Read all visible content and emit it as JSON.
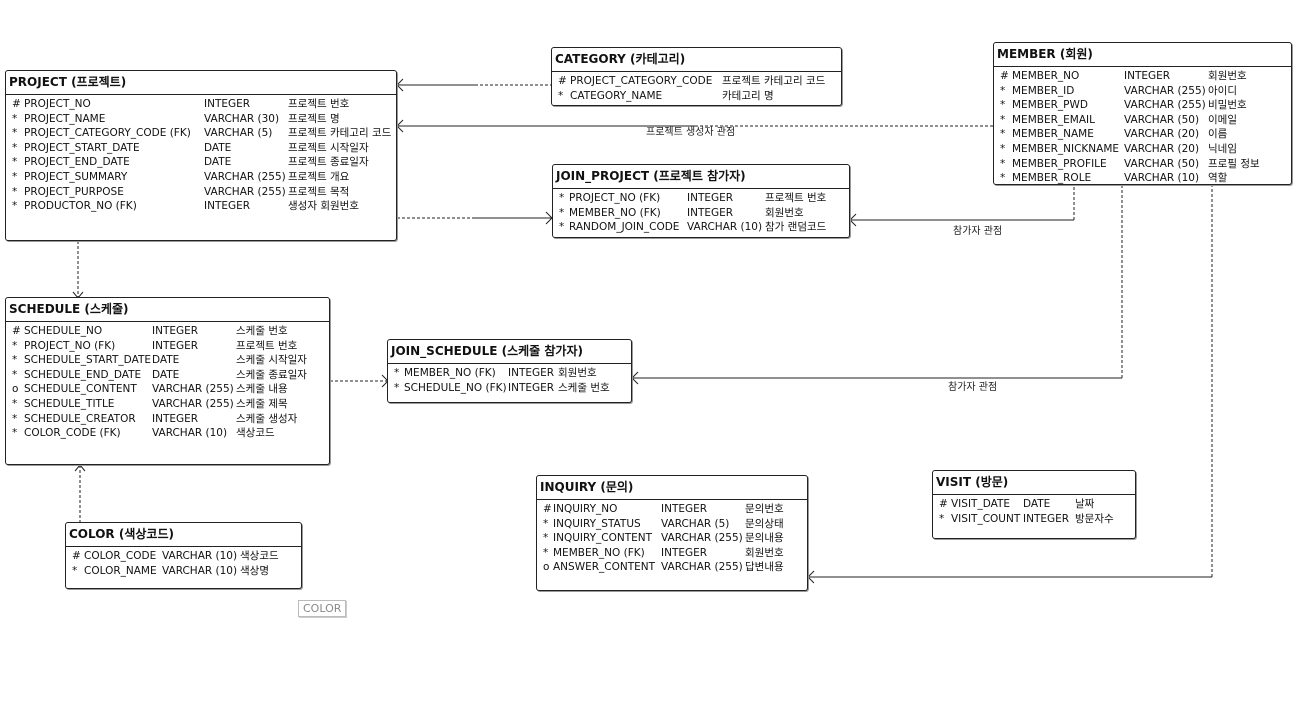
{
  "entities": {
    "project": {
      "title": "PROJECT (프로젝트)",
      "rows": [
        {
          "key": "#",
          "name": "PROJECT_NO",
          "type": "INTEGER",
          "desc": "프로젝트 번호"
        },
        {
          "key": "*",
          "name": "PROJECT_NAME",
          "type": "VARCHAR (30)",
          "desc": "프로젝트 명"
        },
        {
          "key": "*",
          "name": "PROJECT_CATEGORY_CODE (FK)",
          "type": "VARCHAR (5)",
          "desc": "프로젝트 카테고리 코드"
        },
        {
          "key": "*",
          "name": "PROJECT_START_DATE",
          "type": "DATE",
          "desc": "프로젝트 시작일자"
        },
        {
          "key": "*",
          "name": "PROJECT_END_DATE",
          "type": "DATE",
          "desc": "프로젝트 종료일자"
        },
        {
          "key": "*",
          "name": "PROJECT_SUMMARY",
          "type": "VARCHAR (255)",
          "desc": "프로젝트 개요"
        },
        {
          "key": "*",
          "name": "PROJECT_PURPOSE",
          "type": "VARCHAR (255)",
          "desc": "프로젝트 목적"
        },
        {
          "key": "*",
          "name": "PRODUCTOR_NO (FK)",
          "type": "INTEGER",
          "desc": "생성자 회원번호"
        }
      ]
    },
    "category": {
      "title": "CATEGORY (카테고리)",
      "rows": [
        {
          "key": "#",
          "name": "PROJECT_CATEGORY_CODE",
          "type": "",
          "desc": "프로젝트 카테고리 코드"
        },
        {
          "key": "*",
          "name": "CATEGORY_NAME",
          "type": "",
          "desc": "카테고리 명"
        }
      ]
    },
    "member": {
      "title": "MEMBER (회원)",
      "rows": [
        {
          "key": "#",
          "name": "MEMBER_NO",
          "type": "INTEGER",
          "desc": "회원번호"
        },
        {
          "key": "*",
          "name": "MEMBER_ID",
          "type": "VARCHAR (255)",
          "desc": "아이디"
        },
        {
          "key": "*",
          "name": "MEMBER_PWD",
          "type": "VARCHAR (255)",
          "desc": "비밀번호"
        },
        {
          "key": "*",
          "name": "MEMBER_EMAIL",
          "type": "VARCHAR (50)",
          "desc": "이메일"
        },
        {
          "key": "*",
          "name": "MEMBER_NAME",
          "type": "VARCHAR (20)",
          "desc": "이름"
        },
        {
          "key": "*",
          "name": "MEMBER_NICKNAME",
          "type": "VARCHAR (20)",
          "desc": "닉네임"
        },
        {
          "key": "*",
          "name": "MEMBER_PROFILE",
          "type": "VARCHAR (50)",
          "desc": "프로필 정보"
        },
        {
          "key": "*",
          "name": "MEMBER_ROLE",
          "type": "VARCHAR (10)",
          "desc": "역할"
        }
      ]
    },
    "join_project": {
      "title": "JOIN_PROJECT (프로젝트 참가자)",
      "rows": [
        {
          "key": "*",
          "name": "PROJECT_NO (FK)",
          "type": "INTEGER",
          "desc": "프로젝트 번호"
        },
        {
          "key": "*",
          "name": "MEMBER_NO (FK)",
          "type": "INTEGER",
          "desc": "회원번호"
        },
        {
          "key": "*",
          "name": "RANDOM_JOIN_CODE",
          "type": "VARCHAR (10)",
          "desc": "참가 랜덤코드"
        }
      ]
    },
    "schedule": {
      "title": "SCHEDULE (스케줄)",
      "rows": [
        {
          "key": "#",
          "name": "SCHEDULE_NO",
          "type": "INTEGER",
          "desc": "스케줄 번호"
        },
        {
          "key": "*",
          "name": "PROJECT_NO (FK)",
          "type": "INTEGER",
          "desc": "프로젝트 번호"
        },
        {
          "key": "*",
          "name": "SCHEDULE_START_DATE",
          "type": "DATE",
          "desc": "스케줄 시작일자"
        },
        {
          "key": "*",
          "name": "SCHEDULE_END_DATE",
          "type": "DATE",
          "desc": "스케줄 종료일자"
        },
        {
          "key": "o",
          "name": "SCHEDULE_CONTENT",
          "type": "VARCHAR (255)",
          "desc": "스케줄 내용"
        },
        {
          "key": "*",
          "name": "SCHEDULE_TITLE",
          "type": "VARCHAR (255)",
          "desc": "스케줄 제목"
        },
        {
          "key": "*",
          "name": "SCHEDULE_CREATOR",
          "type": "INTEGER",
          "desc": "스케줄 생성자"
        },
        {
          "key": "*",
          "name": "COLOR_CODE (FK)",
          "type": "VARCHAR (10)",
          "desc": "색상코드"
        }
      ]
    },
    "join_schedule": {
      "title": "JOIN_SCHEDULE (스케줄 참가자)",
      "rows": [
        {
          "key": "*",
          "name": "MEMBER_NO (FK)",
          "type": "INTEGER",
          "desc": "회원번호"
        },
        {
          "key": "*",
          "name": "SCHEDULE_NO (FK)",
          "type": "INTEGER",
          "desc": "스케줄 번호"
        }
      ]
    },
    "color": {
      "title": "COLOR (색상코드)",
      "rows": [
        {
          "key": "#",
          "name": "COLOR_CODE",
          "type": "VARCHAR (10)",
          "desc": "색상코드"
        },
        {
          "key": "*",
          "name": "COLOR_NAME",
          "type": "VARCHAR (10)",
          "desc": "색상명"
        }
      ]
    },
    "inquiry": {
      "title": "INQUIRY (문의)",
      "rows": [
        {
          "key": "#",
          "name": "INQUIRY_NO",
          "type": "INTEGER",
          "desc": "문의번호"
        },
        {
          "key": "*",
          "name": "INQUIRY_STATUS",
          "type": "VARCHAR (5)",
          "desc": "문의상태"
        },
        {
          "key": "*",
          "name": "INQUIRY_CONTENT",
          "type": "VARCHAR (255)",
          "desc": "문의내용"
        },
        {
          "key": "*",
          "name": "MEMBER_NO (FK)",
          "type": "INTEGER",
          "desc": "회원번호"
        },
        {
          "key": "o",
          "name": "ANSWER_CONTENT",
          "type": "VARCHAR (255)",
          "desc": "답변내용"
        }
      ]
    },
    "visit": {
      "title": "VISIT (방문)",
      "rows": [
        {
          "key": "#",
          "name": "VISIT_DATE",
          "type": "DATE",
          "desc": "날짜"
        },
        {
          "key": "*",
          "name": "VISIT_COUNT",
          "type": "INTEGER",
          "desc": "방문자수"
        }
      ]
    }
  },
  "relationship_labels": {
    "project_creator": "프로젝트 생성자 관점",
    "join_project_member": "참가자 관점",
    "join_schedule_member": "참가자 관점"
  },
  "stamp": "COLOR"
}
